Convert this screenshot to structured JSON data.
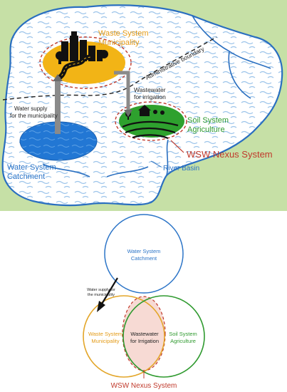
{
  "top_map": {
    "waste": {
      "title_line1": "Waste System",
      "title_line2": "Municipality"
    },
    "soil": {
      "title_line1": "Soil System",
      "title_line2": "Agriculture"
    },
    "water": {
      "title_line1": "Water System",
      "title_line2": "Catchment"
    },
    "admin_boundary": "Administrative boundary",
    "wastewater_line1": "Wastewater",
    "wastewater_line2": "for irrigation",
    "water_supply_line1": "Water supply",
    "water_supply_line2": "for the municipality",
    "nexus": "WSW Nexus System",
    "river_basin": "River Basin"
  },
  "venn": {
    "water": {
      "line1": "Water System",
      "line2": "Catchment"
    },
    "waste": {
      "line1": "Waste System",
      "line2": "Municipality"
    },
    "soil": {
      "line1": "Soil System",
      "line2": "Agriculture"
    },
    "overlap_line1": "Wastewater",
    "overlap_line2": "for Irrigation",
    "supply_line1": "Water supply for",
    "supply_line2": "the municipality",
    "nexus": "WSW Nexus System"
  },
  "colors": {
    "land_green": "#c6e0a6",
    "basin_blue": "#2a6fc0",
    "water_blue": "#1e6ed1",
    "waste_orange": "#f2b416",
    "soil_green": "#2ea12e",
    "nexus_red": "#c0392b",
    "label_orange": "#e39a16",
    "label_green": "#2f9a2f",
    "label_blue": "#2b74c7"
  }
}
